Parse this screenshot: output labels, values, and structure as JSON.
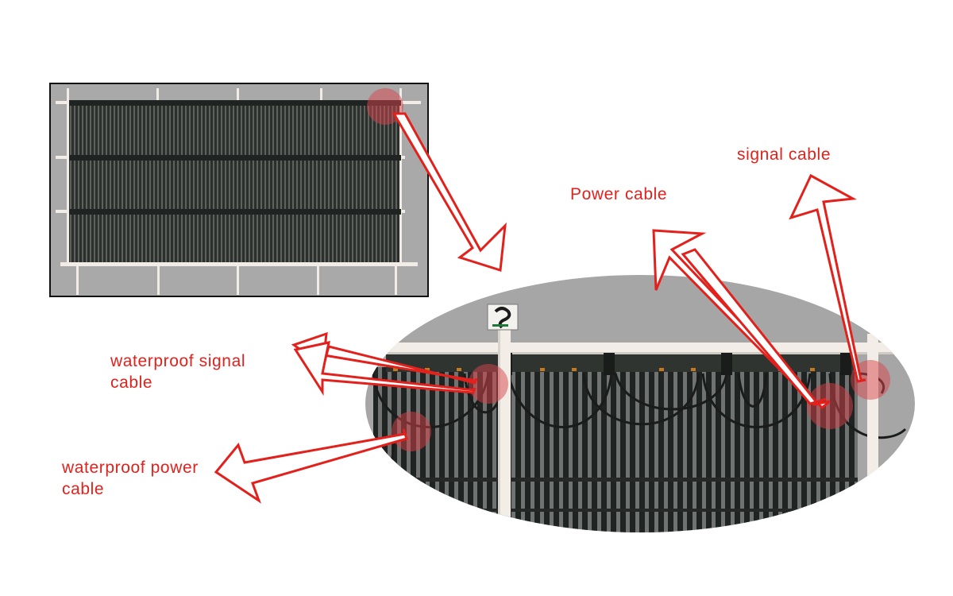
{
  "labels": {
    "signal_cable": "signal cable",
    "power_cable": "Power cable",
    "waterproof_signal_cable": [
      "waterproof signal",
      "cable"
    ],
    "waterproof_power_cable": [
      "waterproof power",
      "cable"
    ]
  },
  "colors": {
    "annotation": "#e3211c",
    "highlight": "#d9434b",
    "background_gray": "#a8a8a8",
    "panel_dark": "#2f3430",
    "frame": "#f1ede6"
  }
}
